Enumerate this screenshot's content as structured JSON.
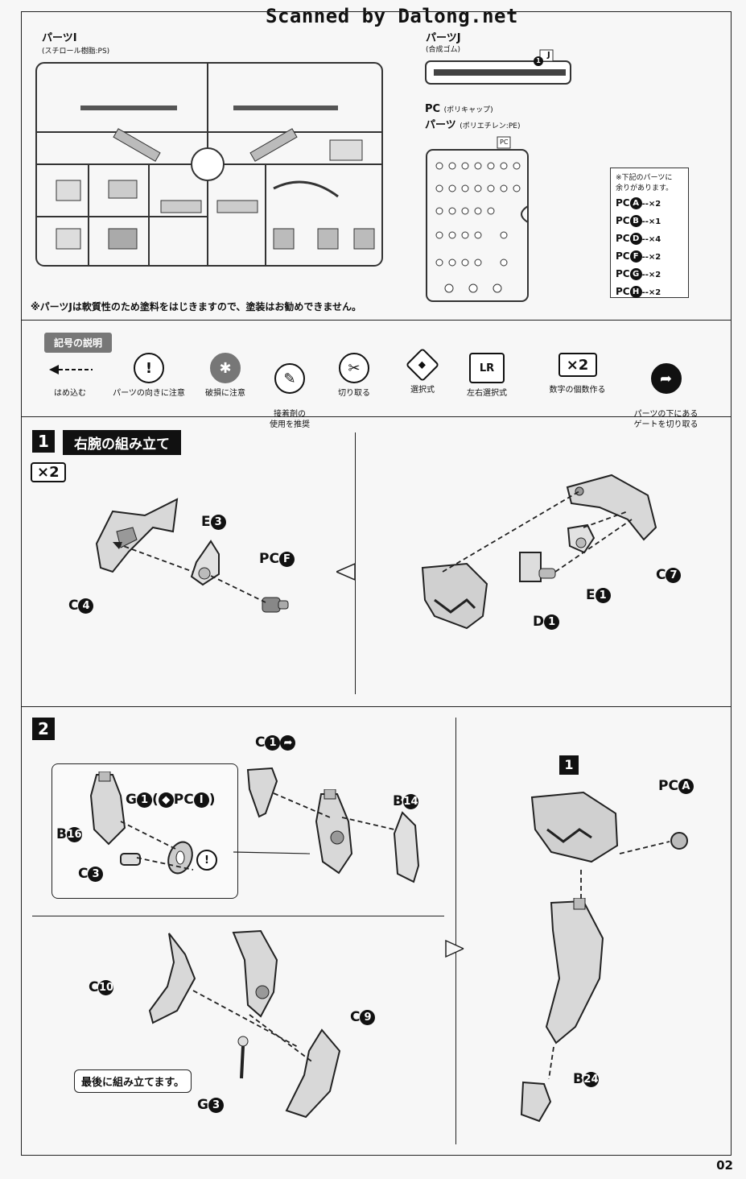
{
  "header": {
    "scanned_text": "Scanned by Dalong.net"
  },
  "parts_i": {
    "title": "パーツI",
    "material": "(スチロール樹脂:PS)"
  },
  "parts_j": {
    "title": "パーツJ",
    "material": "(合成ゴム)",
    "tag": "J",
    "num": "1"
  },
  "parts_pc": {
    "title_line1": "PC",
    "title_line1_sub": "(ポリキャップ)",
    "title_line2": "パーツ",
    "title_line2_sub": "(ポリエチレン:PE)",
    "tag": "PC"
  },
  "extra_parts": {
    "heading_line1": "※下記のパーツに",
    "heading_line2": "余りがあります。",
    "rows": [
      {
        "prefix": "PC",
        "letter": "A",
        "qty": "--×2"
      },
      {
        "prefix": "PC",
        "letter": "B",
        "qty": "--×1"
      },
      {
        "prefix": "PC",
        "letter": "D",
        "qty": "--×4"
      },
      {
        "prefix": "PC",
        "letter": "F",
        "qty": "--×2"
      },
      {
        "prefix": "PC",
        "letter": "G",
        "qty": "--×2"
      },
      {
        "prefix": "PC",
        "letter": "H",
        "qty": "--×2"
      }
    ]
  },
  "paint_note": "※パーツJは軟質性のため塗料をはじきますので、塗装はお勧めできません。",
  "legend": {
    "heading": "記号の説明",
    "items": [
      {
        "icon": "dashed-arrow-icon",
        "label": "はめ込む",
        "glyph": ""
      },
      {
        "icon": "exclamation-icon",
        "label": "パーツの向きに注意",
        "glyph": "!"
      },
      {
        "icon": "break-icon",
        "label": "破損に注意",
        "glyph": "✱"
      },
      {
        "icon": "glue-icon",
        "label": "接着剤の\n使用を推奨",
        "glyph": "✎"
      },
      {
        "icon": "cut-icon",
        "label": "切り取る",
        "glyph": "✂"
      },
      {
        "icon": "select-icon",
        "label": "選択式",
        "glyph": "◆"
      },
      {
        "icon": "lr-select-icon",
        "label": "左右選択式",
        "glyph": "LR"
      },
      {
        "icon": "x2-icon",
        "label": "数字の個数作る",
        "glyph": "×2"
      },
      {
        "icon": "gate-icon",
        "label": "パーツの下にある\nゲートを切り取る",
        "glyph": "➦"
      }
    ]
  },
  "step1": {
    "number": "1",
    "title": "右腕の組み立て",
    "multiplier": "×2",
    "labels": {
      "e3": {
        "prefix": "E",
        "num": "3"
      },
      "pcf": {
        "prefix": "PC",
        "num": "F"
      },
      "c4": {
        "prefix": "C",
        "num": "4"
      },
      "c7": {
        "prefix": "C",
        "num": "7"
      },
      "e1": {
        "prefix": "E",
        "num": "1"
      },
      "d1": {
        "prefix": "D",
        "num": "1"
      }
    }
  },
  "step2": {
    "number": "2",
    "labels": {
      "c1": {
        "prefix": "C",
        "num": "1"
      },
      "g1": {
        "prefix": "G",
        "num": "1",
        "suffix_open": "(",
        "pc": "PC",
        "pc_num": "I",
        "suffix_close": ")"
      },
      "b14": {
        "prefix": "B",
        "num": "14"
      },
      "b16": {
        "prefix": "B",
        "num": "16"
      },
      "c3": {
        "prefix": "C",
        "num": "3"
      },
      "c10": {
        "prefix": "C",
        "num": "10"
      },
      "c9": {
        "prefix": "C",
        "num": "9"
      },
      "g3": {
        "prefix": "G",
        "num": "3"
      },
      "sub1": {
        "num": "1"
      },
      "pca": {
        "prefix": "PC",
        "num": "A"
      },
      "b24": {
        "prefix": "B",
        "num": "24"
      }
    },
    "callout": "最後に組み立てます。"
  },
  "page_number": "02"
}
